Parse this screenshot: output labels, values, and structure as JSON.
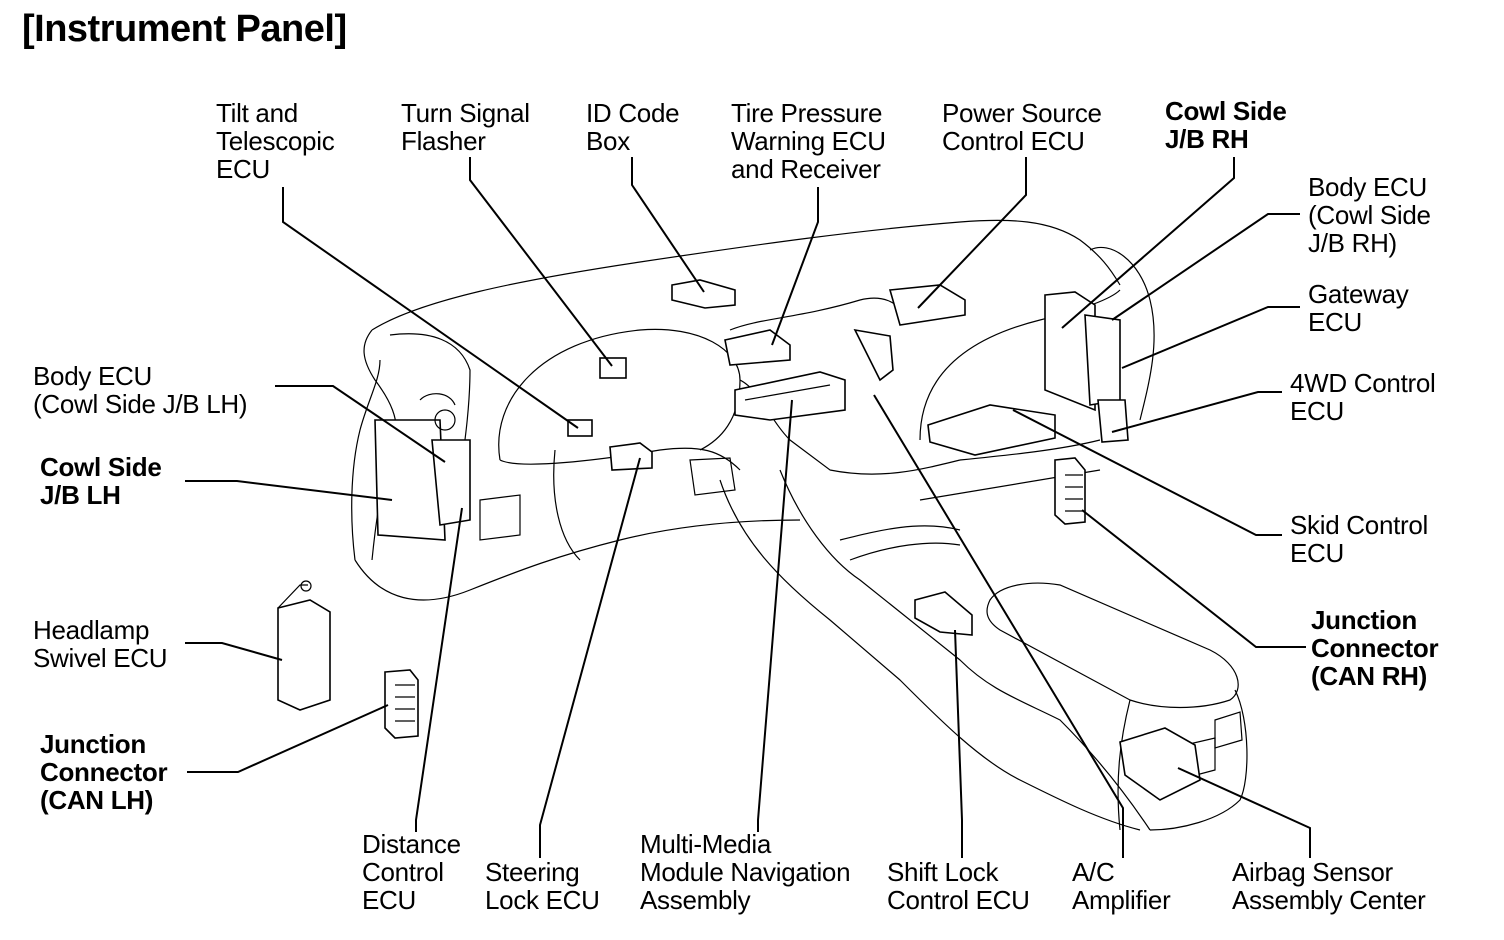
{
  "title": "[Instrument Panel]",
  "labels": {
    "tilt_telescopic_ecu": {
      "text": "Tilt and\nTelescopic\nECU",
      "bold": false
    },
    "turn_signal_flasher": {
      "text": "Turn Signal\nFlasher",
      "bold": false
    },
    "id_code_box": {
      "text": "ID Code\nBox",
      "bold": false
    },
    "tire_pressure_warning_ecu": {
      "text": "Tire Pressure\nWarning ECU\nand Receiver",
      "bold": false
    },
    "power_source_control_ecu": {
      "text": "Power Source\nControl ECU",
      "bold": false
    },
    "cowl_side_jb_rh": {
      "text": "Cowl Side\nJ/B RH",
      "bold": true
    },
    "body_ecu_rh": {
      "text": "Body ECU\n(Cowl Side\nJ/B RH)",
      "bold": false
    },
    "gateway_ecu": {
      "text": "Gateway\nECU",
      "bold": false
    },
    "4wd_control_ecu": {
      "text": "4WD Control\nECU",
      "bold": false
    },
    "skid_control_ecu": {
      "text": "Skid Control\nECU",
      "bold": false
    },
    "junction_connector_can_rh": {
      "text": "Junction\nConnector\n(CAN RH)",
      "bold": true
    },
    "body_ecu_lh": {
      "text": "Body ECU\n(Cowl Side J/B LH)",
      "bold": false
    },
    "cowl_side_jb_lh": {
      "text": "Cowl Side\nJ/B LH",
      "bold": true
    },
    "headlamp_swivel_ecu": {
      "text": "Headlamp\nSwivel ECU",
      "bold": false
    },
    "junction_connector_can_lh": {
      "text": "Junction\nConnector\n(CAN LH)",
      "bold": true
    },
    "distance_control_ecu": {
      "text": "Distance\nControl\nECU",
      "bold": false
    },
    "steering_lock_ecu": {
      "text": "Steering\nLock ECU",
      "bold": false
    },
    "multi_media_module": {
      "text": "Multi-Media\nModule Navigation\nAssembly",
      "bold": false
    },
    "shift_lock_control_ecu": {
      "text": "Shift Lock\nControl ECU",
      "bold": false
    },
    "ac_amplifier": {
      "text": "A/C\nAmplifier",
      "bold": false
    },
    "airbag_sensor_center": {
      "text": "Airbag Sensor\nAssembly Center",
      "bold": false
    }
  }
}
